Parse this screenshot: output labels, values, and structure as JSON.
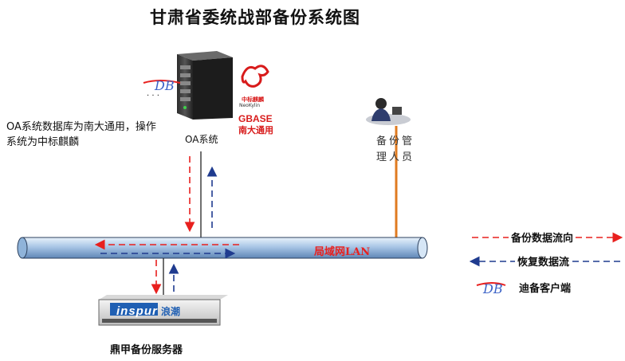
{
  "title": "甘肃省委统战部备份系统图",
  "note": "OA系统数据库为南大通用，操作系统为中标麒麟",
  "oa_system_label": "OA系统",
  "admin_label": "备份管理人员",
  "lan_label": "局域网LAN",
  "backup_server_label": "鼎甲备份服务器",
  "legend": {
    "backup_flow": "备份数据流向",
    "restore_flow": "恢复数据流",
    "client": "迪备客户端"
  },
  "brands": {
    "kylin_cn": "中标麒麟",
    "kylin_en": "NeoKylin",
    "gbase": "GBASE",
    "gbase_cn": "南大通用",
    "inspur": "inspur",
    "inspur_cn": "浪潮",
    "db_logo": "DB"
  },
  "colors": {
    "backup_flow": "#e8201e",
    "restore_flow": "#1f3b8f",
    "lan_pipe": "#8fb3d9",
    "admin_link": "#e07b20"
  }
}
